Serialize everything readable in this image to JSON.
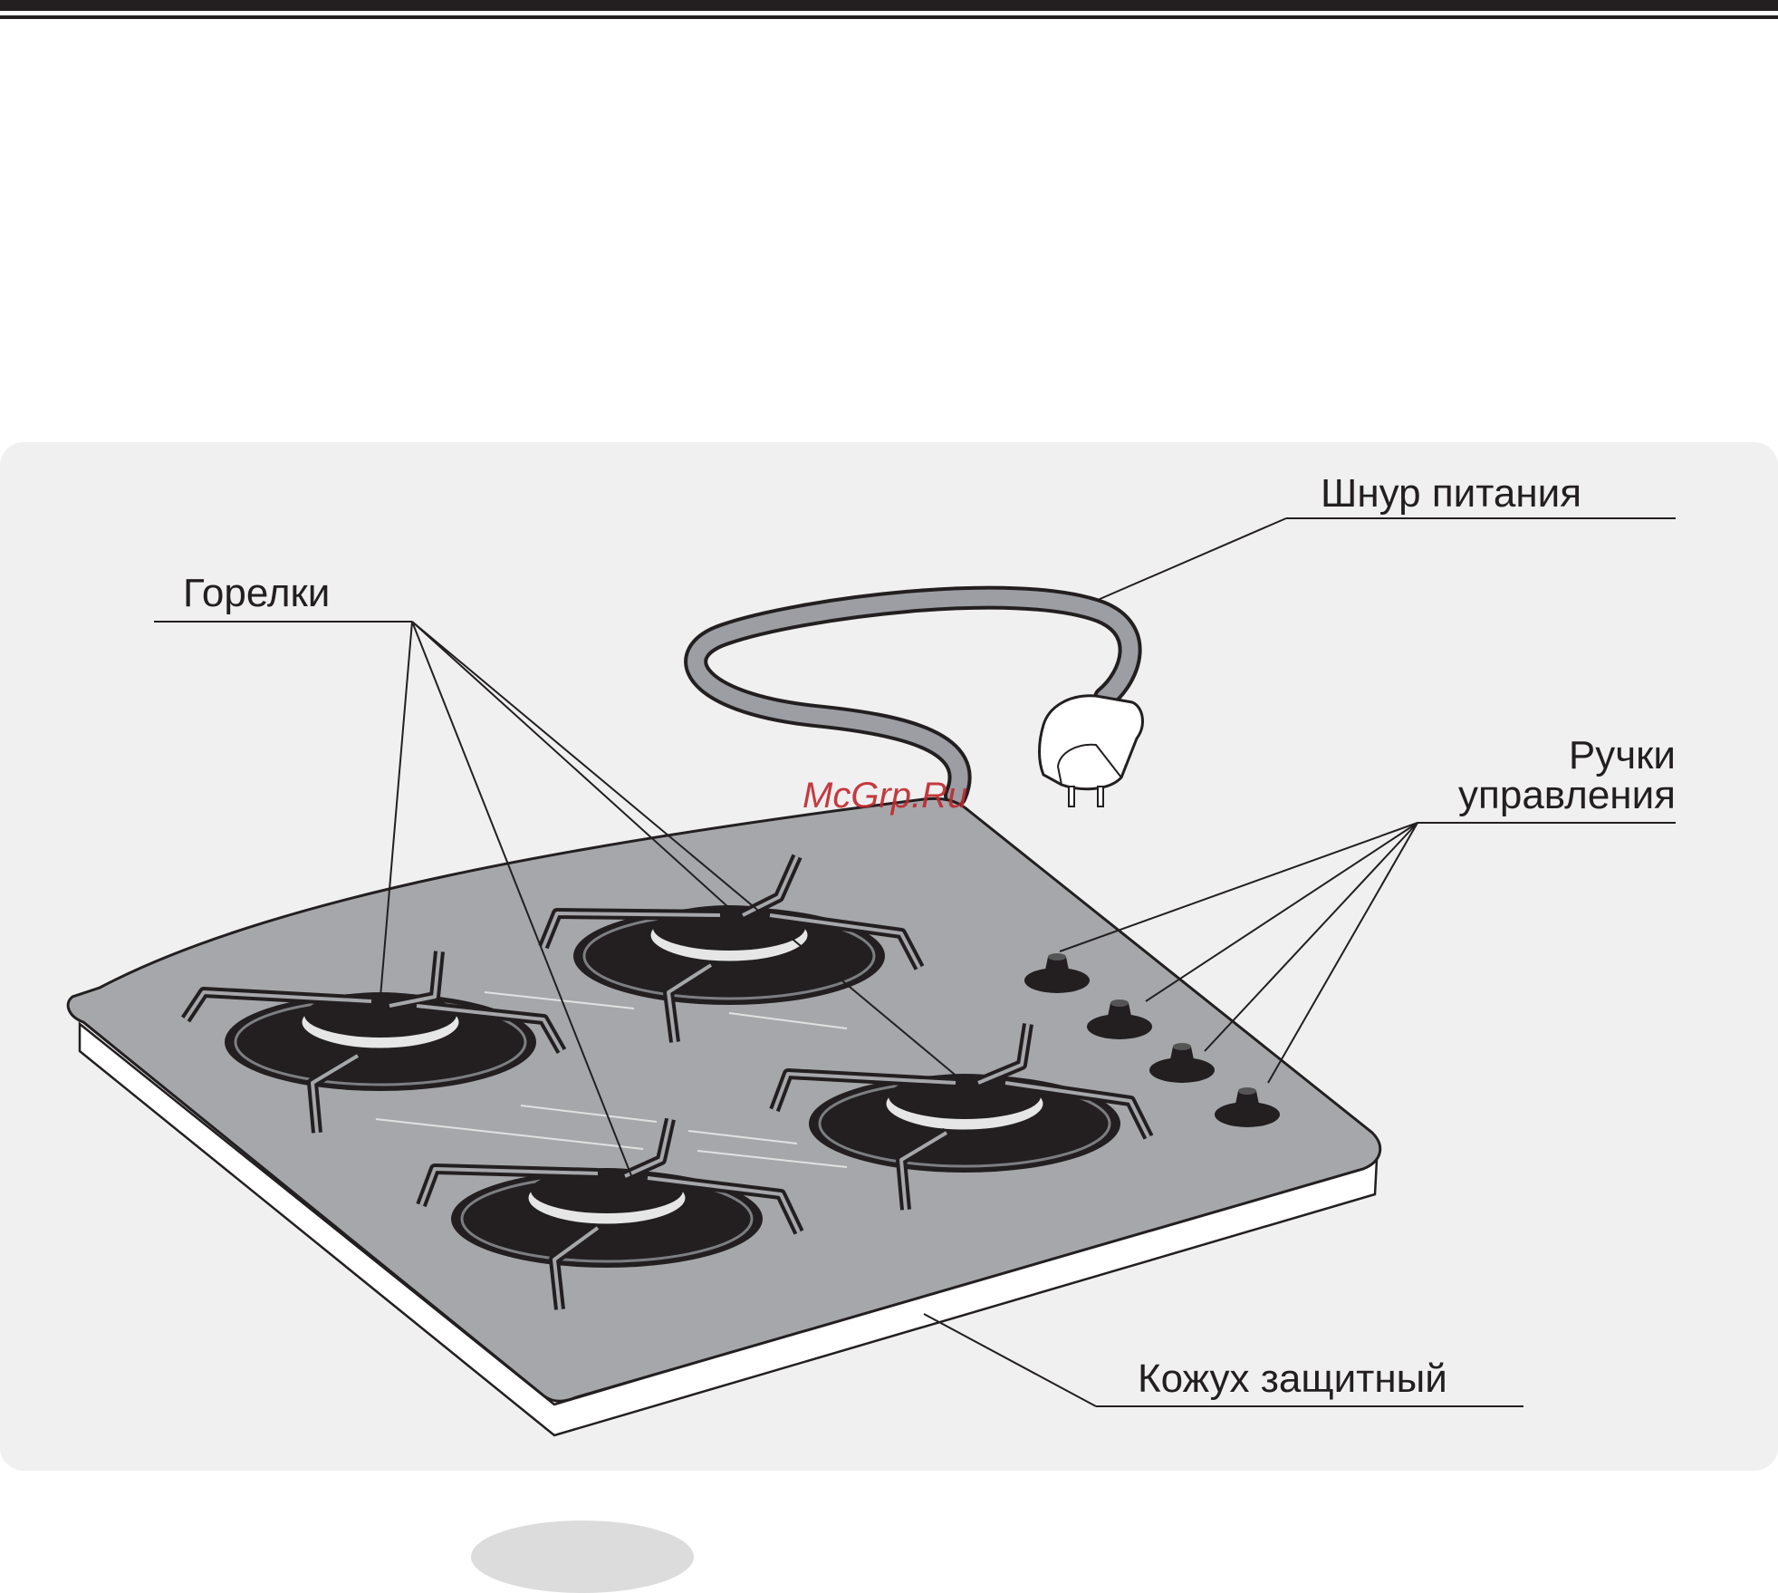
{
  "labels": {
    "burners": "Горелки",
    "power_cord": "Шнур питания",
    "control_knobs_line1": "Ручки",
    "control_knobs_line2": "управления",
    "protective_casing": "Кожух защитный"
  },
  "watermark": "McGrp.Ru",
  "colors": {
    "ink": "#231f20",
    "hob_top": "#a6a7ab",
    "panel_bg": "#f0f0f0",
    "watermark": "#c0272d"
  }
}
